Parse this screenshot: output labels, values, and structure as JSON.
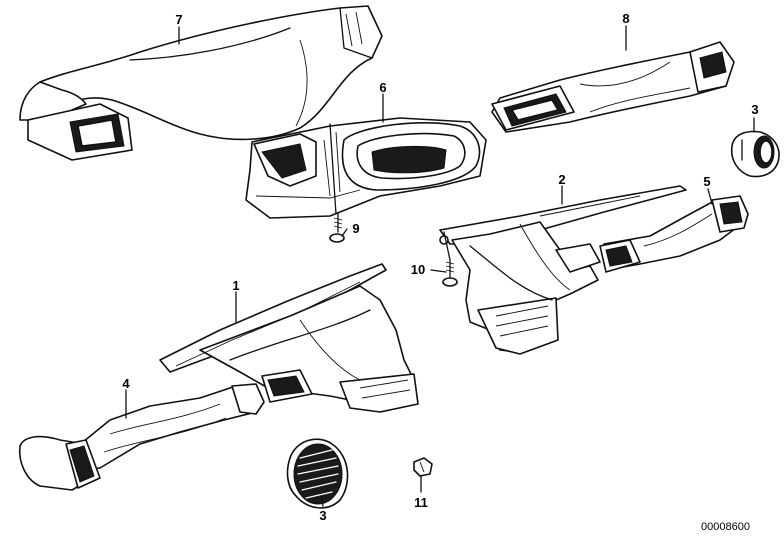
{
  "diagram": {
    "callouts": {
      "c1": "1",
      "c2": "2",
      "c3a": "3",
      "c3b": "3",
      "c4": "4",
      "c5": "5",
      "c6": "6",
      "c7": "7",
      "c8": "8",
      "c9": "9",
      "c10": "10",
      "c11": "11"
    },
    "document_number": "00008600"
  }
}
